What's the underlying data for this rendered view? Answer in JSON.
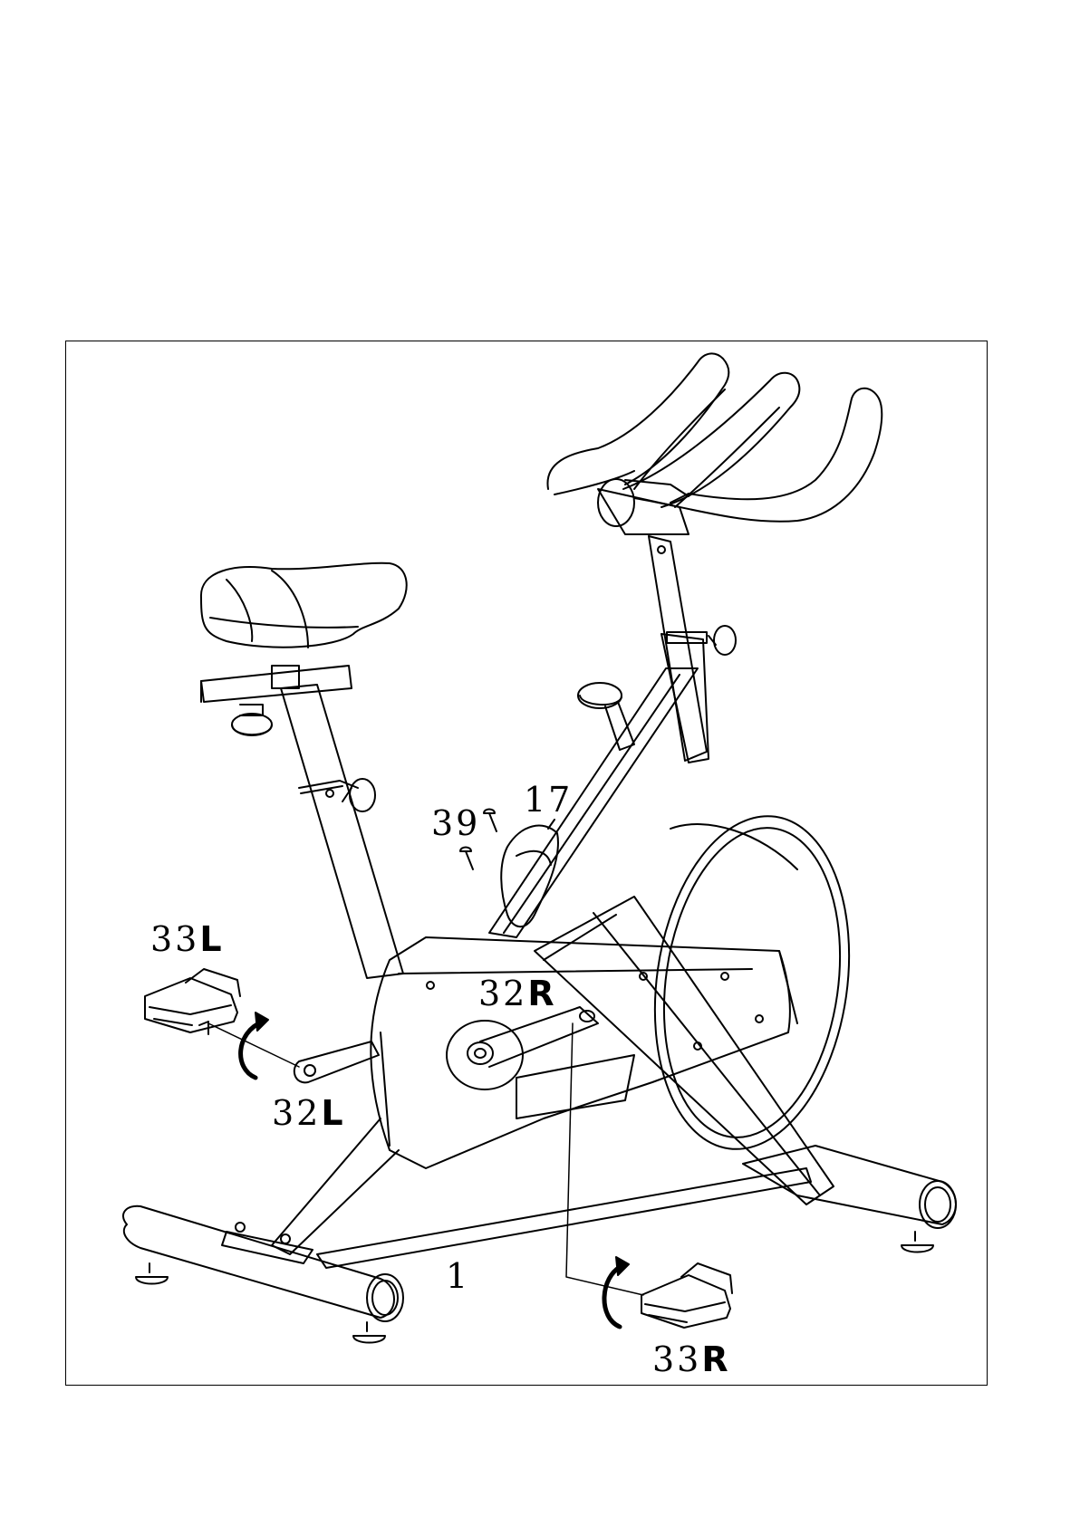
{
  "figure": {
    "labels": {
      "frame": "1",
      "crank_right": "32",
      "crank_right_side": "R",
      "crank_left": "32",
      "crank_left_side": "L",
      "pedal_left": "33",
      "pedal_left_side": "L",
      "pedal_right": "33",
      "pedal_right_side": "R",
      "screws": "39",
      "bottle_holder": "17"
    }
  }
}
